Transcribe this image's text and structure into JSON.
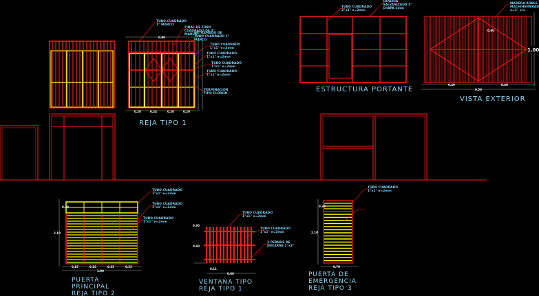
{
  "titles": {
    "reja_tipo_1": "REJA TIPO 1",
    "estructura_portante": "ESTRUCTURA PORTANTE",
    "vista_exterior": "VISTA EXTERIOR",
    "puerta_principal": [
      "PUERTA",
      "PRINCIPAL",
      "REJA TIPO 2"
    ],
    "ventana_tipo": [
      "VENTANA TIPO",
      "REJA TIPO 1"
    ],
    "puerta_emergencia": [
      "PUERTA DE",
      "EMERGENCIA",
      "REJA TIPO 3"
    ]
  },
  "notes": {
    "reja1": [
      "TUBO CUADRADO",
      "1\" MARCO",
      "FINAL DE TUBO",
      "CUADRADO DE 3\"",
      "MARCO",
      "ENTRAMADO DE",
      "TUBO CUADRADO 1\"",
      "MARCO",
      "TUBO CUADRADO",
      "1\"x1\"  e=2mm",
      "TUBO CUADRADO",
      "1\"x1\"  e=2mm",
      "TUBO CUADRADO",
      "1\"x1\"  e=2mm",
      "TUBO CUADRADO",
      "1\"x1\"  e=2mm",
      "TERMINACION",
      "TIPO FLORON"
    ],
    "estructura": [
      "TUBO CUADRADO",
      "2\"x2\" e=2mm",
      "CANERIA",
      "GALVANIZADA 3\"",
      "CHAPA 2mm"
    ],
    "vista": [
      "MADERA ROBLE",
      "MACHIHEMBRADA",
      "e=1\" c/u"
    ],
    "puerta_principal": [
      "TUBO CUADRADO",
      "1\"x1\"  e=2mm",
      "TUBO CUADRADO",
      "1\"x1\"  e=2mm",
      "TUBO CUADRADO",
      "1\"x1\"  e=2mm"
    ],
    "ventana": [
      "TUBO CUADRADO",
      "1\"x1\"  e=2mm",
      "TUBO CUADRADO",
      "1\"x1\"  e=2mm",
      "3 PERNOS DE",
      "ENCARNE 1\"x3\""
    ],
    "emergencia": [
      "TUBO CUADRADO",
      "1\"x1\"  e=2mm"
    ]
  },
  "dims": {
    "reja1_top": "0.90",
    "reja1_bottom": [
      "0.20",
      "0.24",
      "0.20",
      "0.20"
    ],
    "vista": [
      "0.40",
      "0.40",
      "0.80",
      "1.00",
      "0.50"
    ],
    "puerta_principal": [
      "0.25",
      "0.25",
      "0.25",
      "0.25",
      "1.00",
      "0.30",
      "2.10"
    ],
    "ventana": [
      "0.11",
      "0.60",
      "0.30",
      "0.60"
    ],
    "emergencia": [
      "0.70",
      "2.10",
      "0.30"
    ]
  }
}
